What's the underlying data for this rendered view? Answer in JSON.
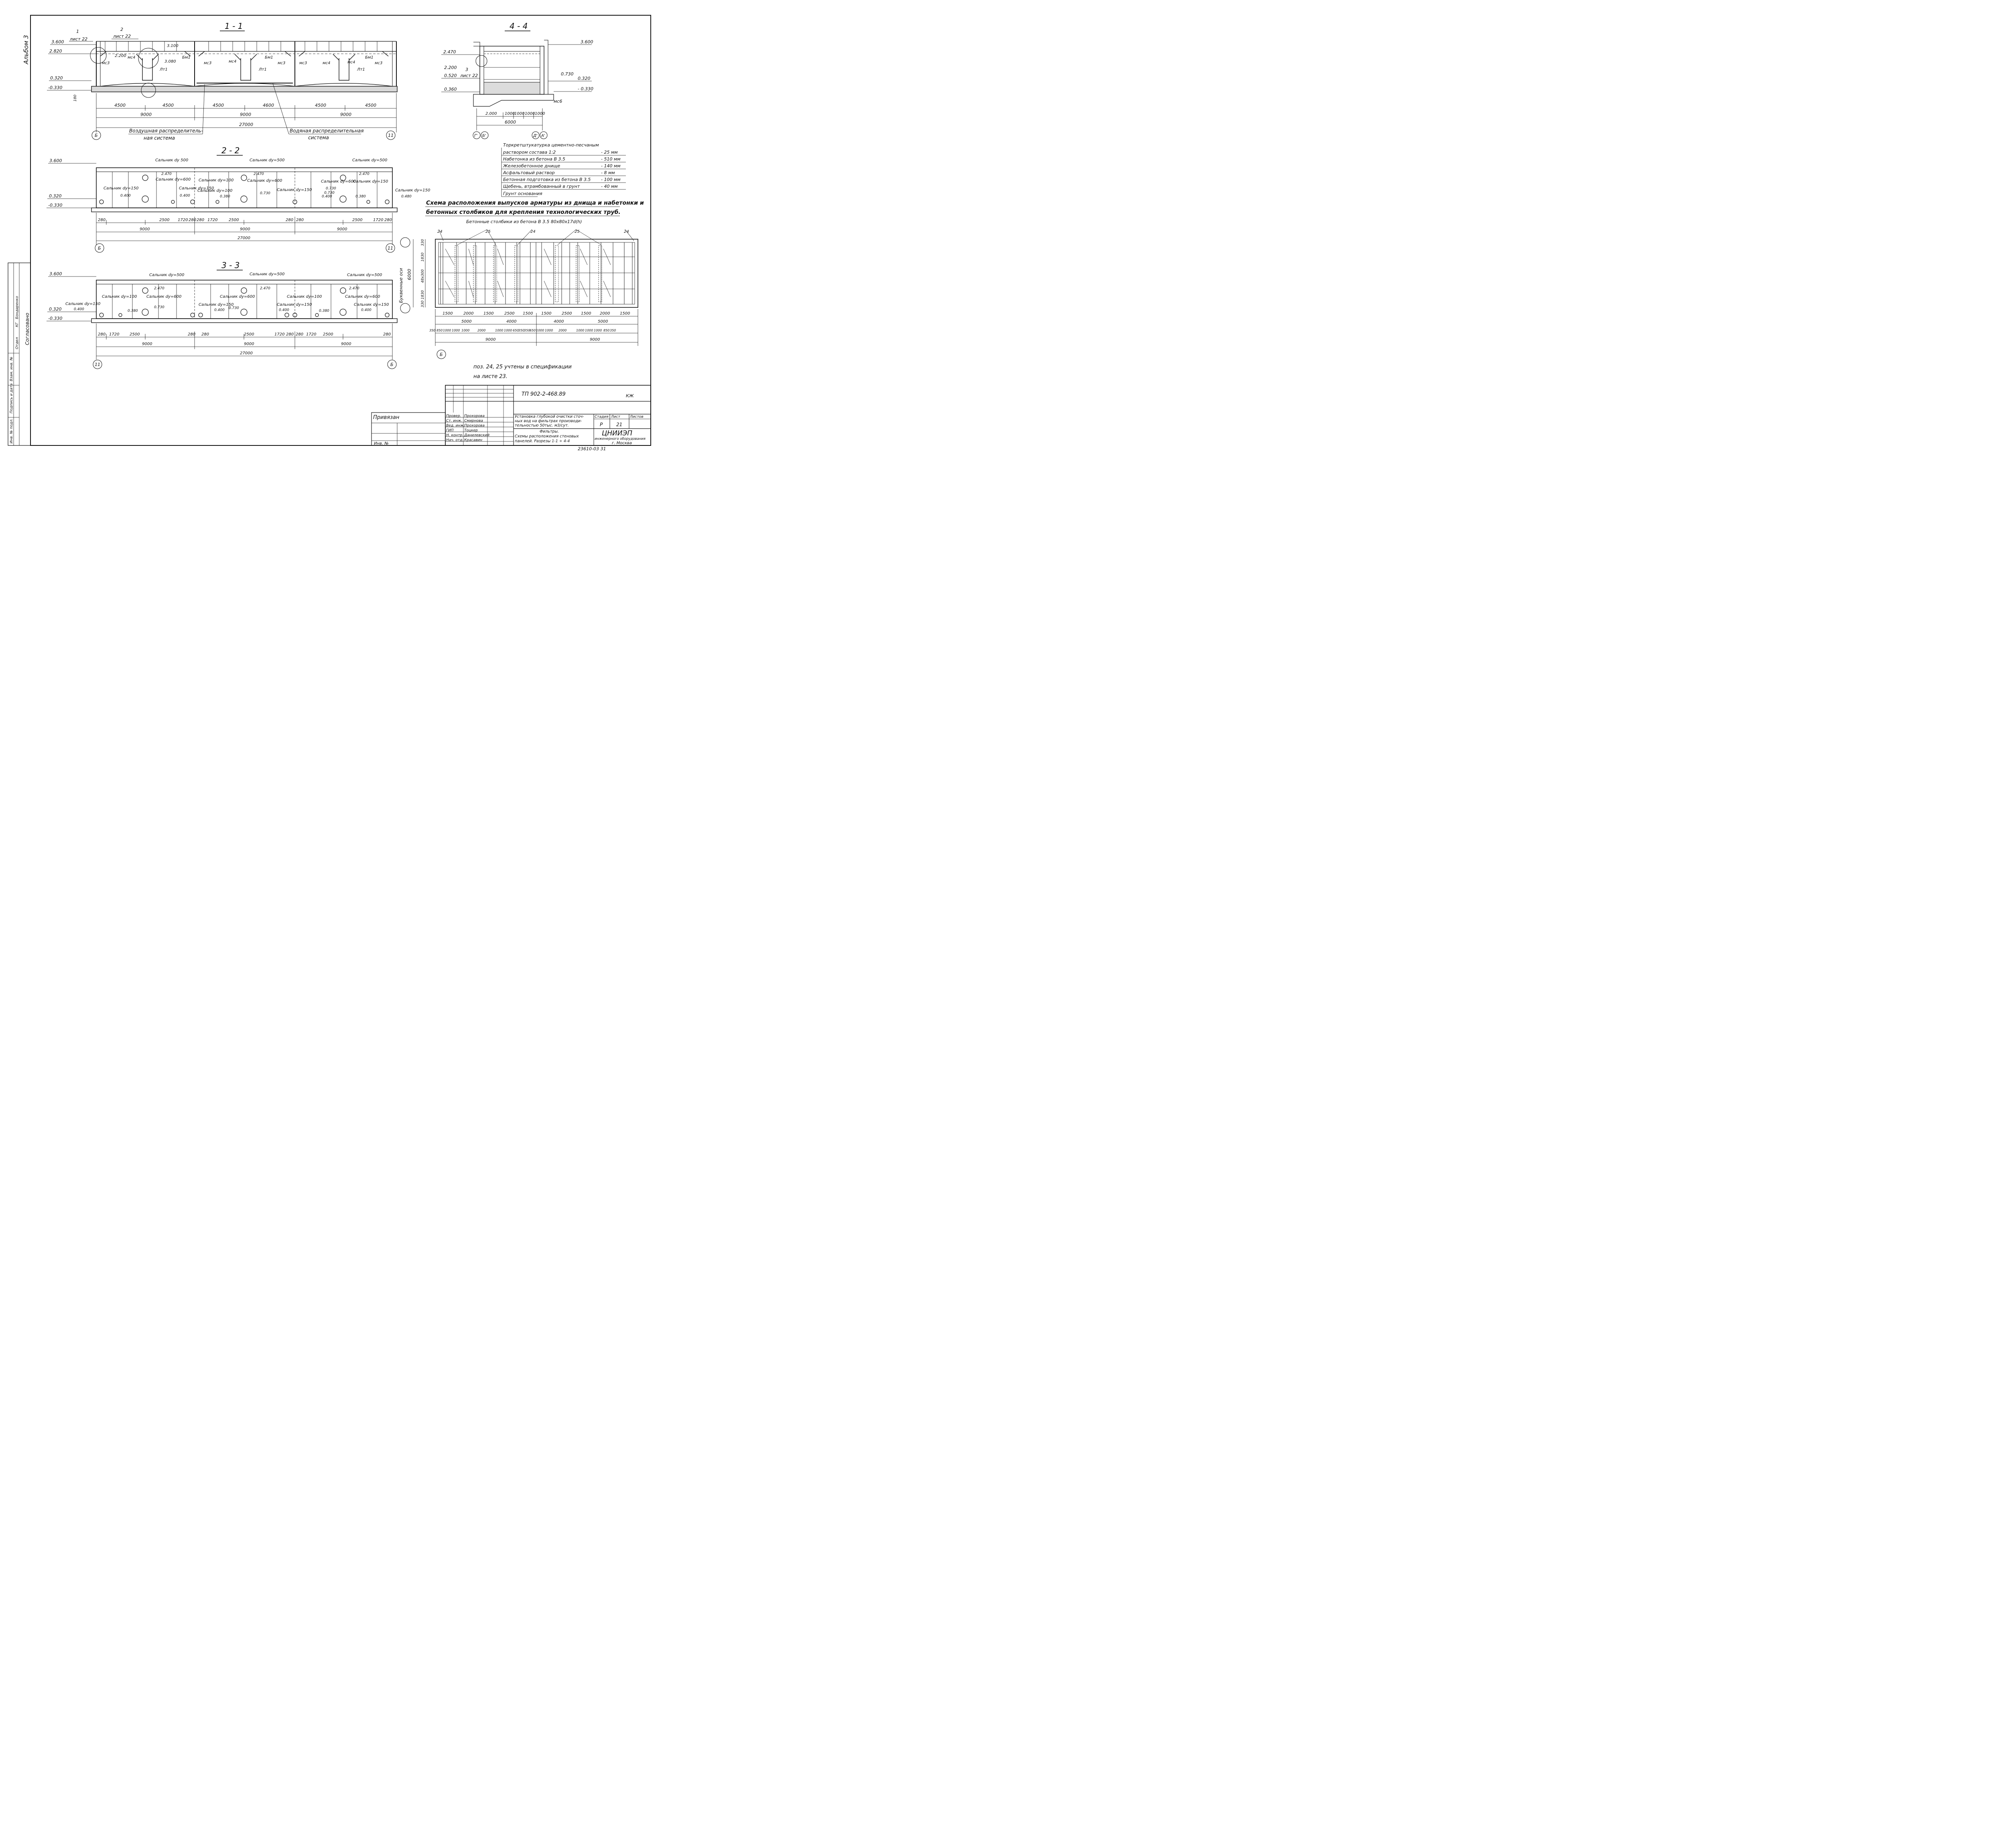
{
  "album": "Альбом 3",
  "sections": {
    "s11": {
      "title": "1 - 1",
      "callout1": "1",
      "callout1_sheet": "лист 22",
      "callout2": "2",
      "callout2_sheet": "лист 22",
      "lev_3600": "3.600",
      "lev_2820": "2.820",
      "lev_0320": "0.320",
      "lev_m0330": "-0.330",
      "lev_3100": "3.100",
      "lev_2200": "2.200",
      "lev_3080": "3.080",
      "dim_180": "180",
      "labels": [
        "мс3",
        "мс4",
        "Бм1",
        "Лт1",
        "мс3",
        "мс4",
        "Лт1",
        "Бм1",
        "мс3",
        "мс3",
        "мс4",
        "мс4",
        "Лт1",
        "Бм1",
        "мс3"
      ],
      "dims_row1": [
        "4500",
        "4500",
        "4500",
        "4600",
        "4500",
        "4500"
      ],
      "dims_row2": [
        "9000",
        "9000",
        "9000"
      ],
      "total": "27000",
      "axis_left": "Б",
      "axis_right": "11",
      "note_air_1": "Воздушная распределитель-",
      "note_air_2": "ная система",
      "note_water_1": "Водяная распределительная",
      "note_water_2": "система"
    },
    "s22": {
      "title": "2 - 2",
      "lev_3600": "3.600",
      "lev_0320": "0.320",
      "lev_m0330": "-0.330",
      "glands": [
        "Сальник dу 500",
        "Сальник dу=500",
        "Сальник dу=500",
        "Сальник dу=150",
        "Сальник dу=600",
        "Сальник dу=100",
        "Сальник dу=150",
        "Сальник dу=600",
        "Сальник dу=150",
        "Сальник dу=600",
        "Сальник dу=150",
        "Сальник dу=100",
        "Сальник dу=150"
      ],
      "levels": [
        "2.470",
        "2.470",
        "2.470",
        "0.400",
        "0.400",
        "0.380",
        "0.730",
        "0.730",
        "0.400",
        "0.730",
        "0.380",
        "0.480"
      ],
      "dims_row1": [
        "280",
        "2500",
        "1720",
        "280",
        "280",
        "1720",
        "2500",
        "280",
        "280",
        "2500",
        "1720",
        "280"
      ],
      "dims_row2": [
        "9000",
        "9000",
        "9000"
      ],
      "total": "27000",
      "axis_left": "Б",
      "axis_right": "11"
    },
    "s33": {
      "title": "3 - 3",
      "lev_3600": "3.600",
      "lev_0320": "0.320",
      "lev_m0330": "-0.330",
      "glands": [
        "Сальник dу=500",
        "Сальник dу=500",
        "Сальник dу=500",
        "Сальник dу=150",
        "Сальник dу=100",
        "Сальник dу=600",
        "Сальник dу=150",
        "Сальник dу=600",
        "Сальник dу=150",
        "Сальник dу=100",
        "Сальник dу=600",
        "Сальник dу=150"
      ],
      "levels": [
        "0.400",
        "0.380",
        "2.470",
        "0.730",
        "0.400",
        "0.730",
        "2.470",
        "0.400",
        "0.380",
        "2.470",
        "0.400"
      ],
      "dims_row1": [
        "280",
        "1720",
        "2500",
        "280",
        "280",
        "2500",
        "1720",
        "280",
        "280",
        "1720",
        "2500",
        "280"
      ],
      "dims_row2": [
        "9000",
        "9000",
        "9000"
      ],
      "total": "27000",
      "axis_left": "11",
      "axis_right": "Б"
    },
    "s44": {
      "title": "4 - 4",
      "lev_2470": "2.470",
      "lev_3600": "3.600",
      "lev_2200": "2.200",
      "callout3": "3",
      "lev_0520": "0.520",
      "callout3_sheet": "лист 22",
      "lev_0360": "0.360",
      "lev_0730": "0.730",
      "lev_0320": "0.320",
      "lev_m0330": "- 0.330",
      "mark_ms6": "мс6",
      "dims_row1": [
        "2.000",
        "1000",
        "1000",
        "1000",
        "1000"
      ],
      "total": "6000",
      "axes": [
        "Г'",
        "Б'",
        "Д'",
        "А'"
      ]
    }
  },
  "layers": [
    {
      "name": "Торкретштукатурка цементно-песчаным",
      "value": ""
    },
    {
      "name": "раствором состава 1:2",
      "value": "- 25 мм"
    },
    {
      "name": "Набетонка из бетона В 3.5",
      "value": "- 510 мм"
    },
    {
      "name": "Железобетонное днище",
      "value": "- 140 мм"
    },
    {
      "name": "Асфальтовый раствор",
      "value": "- 8 мм"
    },
    {
      "name": "Бетонная подготовка из бетона В 3.5",
      "value": "- 100 мм"
    },
    {
      "name": "Щебень, втрамбованный в грунт",
      "value": "- 40 мм"
    },
    {
      "name": "Грунт основания",
      "value": ""
    }
  ],
  "scheme": {
    "title_1": "Схема расположения выпусков арматуры из днища и набетонки и",
    "title_2": "бетонных столбиков для крепления технологических труб.",
    "subtitle": "Бетонные столбики из бетона В 3.5  80x80x17d(h)",
    "pos": [
      "24",
      "25",
      "24",
      "25",
      "24"
    ],
    "vert_label": "Буквенные оси",
    "vert_total": "6000",
    "vert_dims": [
      "330",
      "1830",
      "48x300",
      "1830",
      "330"
    ],
    "dims_row1": [
      "1500",
      "2000",
      "1500",
      "2500",
      "1500",
      "1500",
      "2500",
      "1500",
      "2000",
      "1500"
    ],
    "dims_row2": [
      "5000",
      "4000",
      "4000",
      "5000"
    ],
    "dims_row3": [
      "350",
      "850",
      "1000",
      "1000",
      "1000",
      "2000",
      "1000",
      "1000",
      "650",
      "350",
      "350",
      "650",
      "1000",
      "1000",
      "2000",
      "1000",
      "1000",
      "1000",
      "850",
      "350"
    ],
    "dims_row4": [
      "9000",
      "9000"
    ],
    "axis": "Б"
  },
  "note": {
    "line1": "поз.  24, 25  учтены  в  спецификации",
    "line2": "на   листе   23."
  },
  "stamp": {
    "code": "ТП 902-2-468.89",
    "km": "КЖ",
    "privyazan": "Привязан",
    "inv": "Инв. №",
    "roles": [
      "Провер.",
      "Ст. инж.",
      "Вед. инж.",
      "ГИП",
      "Н. контр.",
      "Нач. отд."
    ],
    "names": [
      "Прохорова",
      "Смирнова",
      "Прохорова",
      "Тоцкер",
      "Данилевский",
      "Красавин"
    ],
    "title1": "Установка глубокой очистки сточ-",
    "title2": "ных вод на фильтрах производи-",
    "title3": "тельностью 50тыс. м3/сут.",
    "title4": "Фильтры.",
    "title5": "Схемы расположения стеновых",
    "title6": "панелей. Разрезы 1-1 ÷ 4-4",
    "stage_h": "Стадия",
    "sheet_h": "Лист",
    "sheets_h": "Листов",
    "stage": "Р",
    "sheet": "21",
    "org1": "ЦНИИЭП",
    "org2": "инженерного оборудования",
    "org3": "г. Москва",
    "archive": "23610-03  31"
  },
  "side": {
    "agreed": "Согласовано",
    "otd": "Отдел",
    "kg": "КГ",
    "bondarenko": "Бондаренко",
    "inv_podl": "Инв. № подл.",
    "podp": "Подпись и дата",
    "vzam": "Взам. инв. №"
  }
}
